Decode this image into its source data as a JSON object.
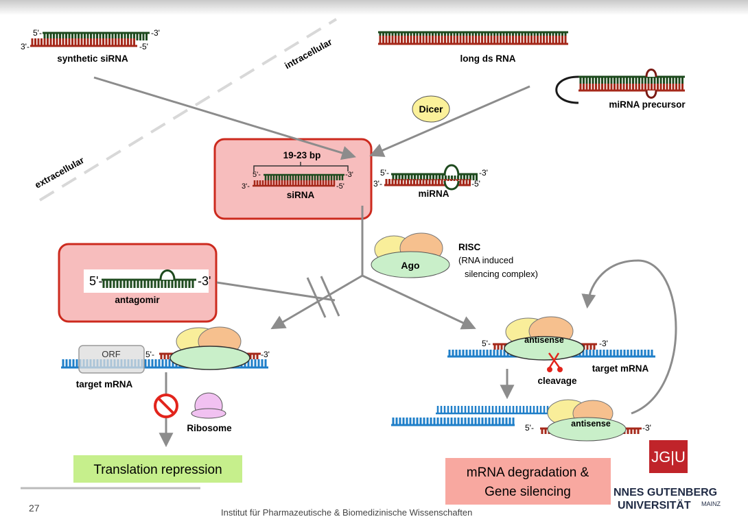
{
  "labels": {
    "synthetic_sirna": "synthetic siRNA",
    "long_ds_rna": "long ds RNA",
    "mirna_precursor": "miRNA precursor",
    "intracellular": "intracellular",
    "extracellular": "extracellular",
    "dicer": "Dicer",
    "bp_range": "19-23 bp",
    "sirna": "siRNA",
    "mirna": "miRNA",
    "risc": "RISC",
    "risc_desc_1": "(RNA induced",
    "risc_desc_2": "silencing complex)",
    "ago": "Ago",
    "antagomir": "antagomir",
    "orf": "ORF",
    "target_mrna": "target mRNA",
    "ribosome": "Ribosome",
    "antisense": "antisense",
    "cleavage": "cleavage",
    "five_prime": "5'-",
    "three_prime": "-3'",
    "three_prime_left": "3'-",
    "five_prime_right": "-5'"
  },
  "outcomes": {
    "translation_repression": "Translation repression",
    "degradation_line1": "mRNA degradation &",
    "degradation_line2": "Gene silencing"
  },
  "footer": {
    "page_number": "27",
    "institute": "Institut für Pharmazeutische & Biomedizinische Wissenschaften",
    "logo_mark": "JG|U",
    "logo_name": "NNES GUTENBERG",
    "logo_uni": "UNIVERSITÄT",
    "logo_city": "MAINZ"
  },
  "colors": {
    "sense_strand": "#1e4a1e",
    "antisense_strand": "#a5281a",
    "mrna": "#1f7fc9",
    "arrow": "#8c8c8c",
    "highlight_box_fill": "#f7bdbd",
    "highlight_box_border": "#cc2a1e",
    "translation_box": "#c6ef8c",
    "degradation_box": "#f8a8a0",
    "dicer": "#fbf19a",
    "ago": "#c9efc9",
    "risc_yellow": "#f9ee9a",
    "risc_orange": "#f6c08e",
    "ribosome": "#f1c1f1",
    "logo_red": "#c0242a"
  }
}
